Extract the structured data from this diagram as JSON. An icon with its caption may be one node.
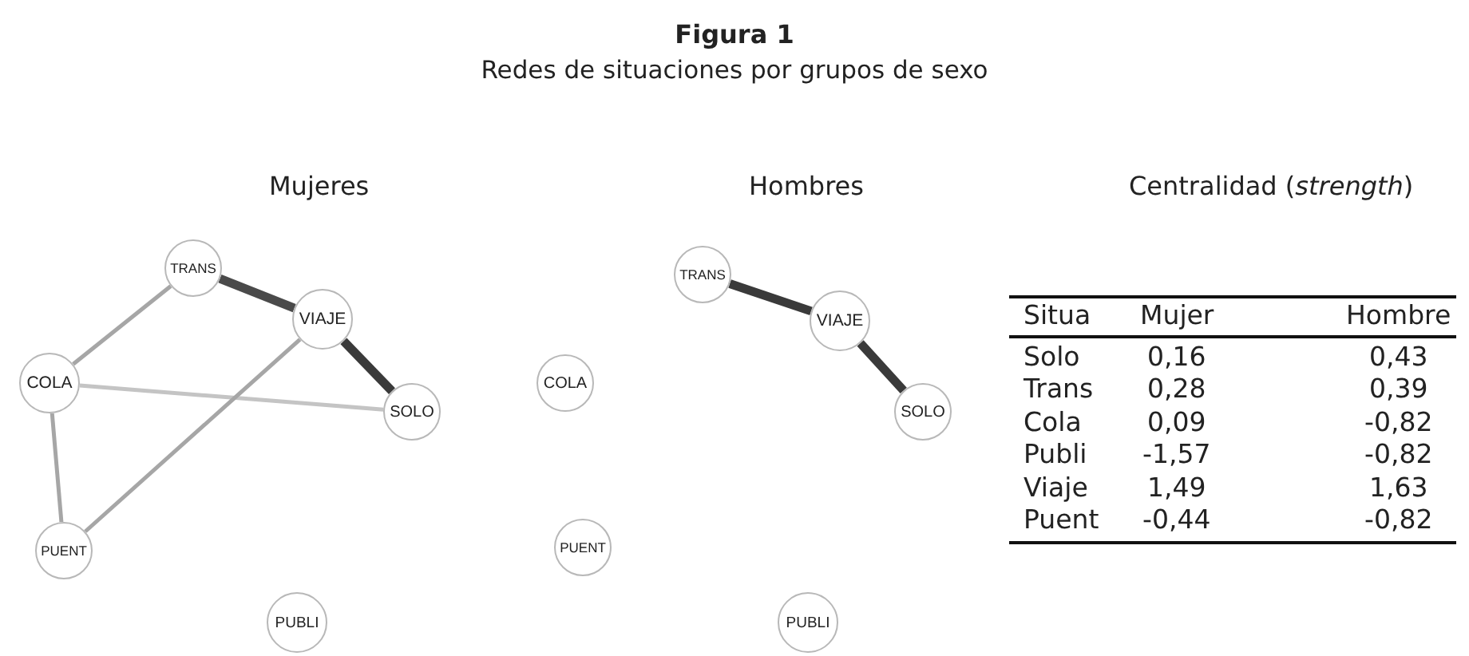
{
  "diagram": {
    "title": "Figura 1",
    "caption": "Redes de situaciones por grupos de sexo",
    "nodes": [
      {
        "text": [
          "TRANS"
        ]
      },
      {
        "text": [
          "VIAJE"
        ]
      },
      {
        "text": [
          "COLA"
        ]
      },
      {
        "text": [
          "SOLO"
        ]
      },
      {
        "text": [
          "PUENT"
        ]
      },
      {
        "text": [
          "PUBLI"
        ]
      },
      {
        "text": [
          "TRANS"
        ]
      },
      {
        "text": [
          "VIAJE"
        ]
      },
      {
        "text": [
          "COLA"
        ]
      },
      {
        "text": [
          "SOLO"
        ]
      },
      {
        "text": [
          "PUENT"
        ]
      },
      {
        "text": [
          "PUBLI"
        ]
      }
    ],
    "edges": [
      {
        "from": 0,
        "to": 1,
        "arrow": "none",
        "style": "thick",
        "color": "#4a4a4a"
      },
      {
        "from": 1,
        "to": 3,
        "arrow": "none",
        "style": "thick",
        "color": "#3a3a3a"
      },
      {
        "from": 0,
        "to": 2,
        "arrow": "none",
        "color": "#a6a6a6"
      },
      {
        "from": 2,
        "to": 3,
        "arrow": "none",
        "color": "#c4c4c4"
      },
      {
        "from": 2,
        "to": 4,
        "arrow": "none",
        "color": "#a6a6a6"
      },
      {
        "from": 1,
        "to": 4,
        "arrow": "none",
        "color": "#a6a6a6"
      },
      {
        "from": 6,
        "to": 7,
        "arrow": "none",
        "style": "thick",
        "color": "#3a3a3a"
      },
      {
        "from": 7,
        "to": 9,
        "arrow": "none",
        "style": "thick",
        "color": "#3a3a3a"
      }
    ],
    "labels": [
      "Mujeres",
      "Hombres",
      "Centralidad (*strength*)",
      "Situa",
      "Mujer",
      "Hombre",
      "Solo",
      "0,16",
      "0,43",
      "Trans",
      "0,28",
      "0,39",
      "Cola",
      "0,09",
      "-0,82",
      "Publi",
      "-1,57",
      "-0,82",
      "Viaje",
      "1,49",
      "1,63",
      "Puent",
      "-0,44",
      "-0,82"
    ]
  }
}
